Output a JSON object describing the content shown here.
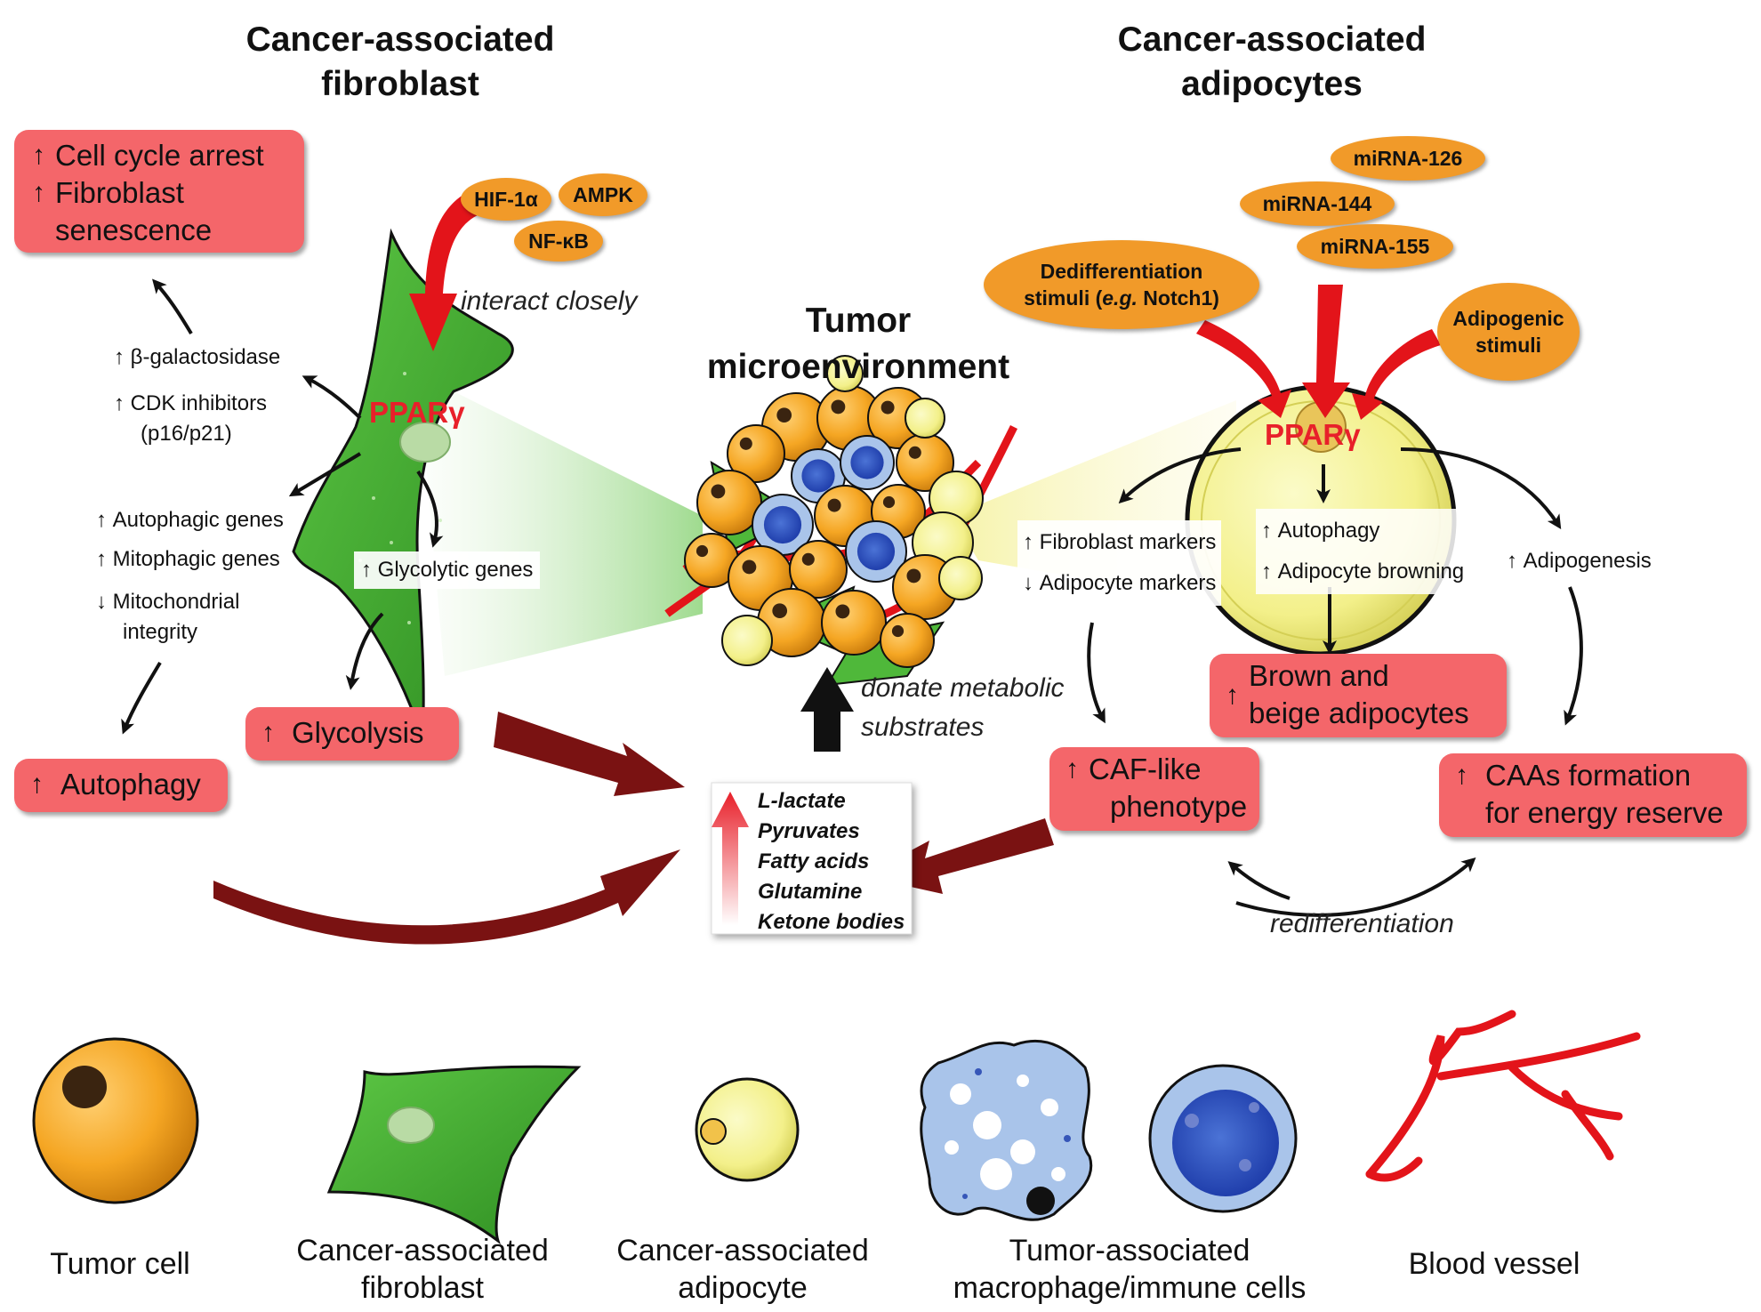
{
  "headers": {
    "caf": [
      "Cancer-associated",
      "fibroblast"
    ],
    "caa": [
      "Cancer-associated",
      "adipocytes"
    ],
    "tme": [
      "Tumor",
      "microenvironment"
    ]
  },
  "signals_left": {
    "hif": "HIF-1α",
    "ampk": "AMPK",
    "nfkb": "NF-κB"
  },
  "signals_right": {
    "mir126": "miRNA-126",
    "mir144": "miRNA-144",
    "mir155": "miRNA-155",
    "dediff_1": "Dedifferentiation",
    "dediff_2_pre": "stimuli (",
    "dediff_2_eg": "e.g.",
    "dediff_2_post": " Notch1)",
    "adipo": [
      "Adipogenic",
      "stimuli"
    ]
  },
  "ppar": "PPARγ",
  "caf_effects": {
    "senescence_box": [
      "Cell cycle arrest",
      "Fibroblast",
      "senescence"
    ],
    "galactosidase": "β-galactosidase",
    "cdk": [
      "CDK inhibitors",
      "(p16/p21)"
    ],
    "autophagic": "Autophagic genes",
    "mitophagic": "Mitophagic genes",
    "mito": [
      "Mitochondrial",
      "integrity"
    ],
    "glycolytic": "Glycolytic genes",
    "glycolysis_box": "Glycolysis",
    "autophagy_box": "Autophagy"
  },
  "interact": "interact closely",
  "donate": [
    "donate metabolic",
    "substrates"
  ],
  "metabolites": [
    "L-lactate",
    "Pyruvates",
    "Fatty acids",
    "Glutamine",
    "Ketone bodies"
  ],
  "caa_effects": {
    "fibro_markers": "Fibroblast markers",
    "adipo_markers": "Adipocyte markers",
    "autophagy": "Autophagy",
    "browning": "Adipocyte browning",
    "adipogenesis": "Adipogenesis",
    "brown_box": [
      "Brown and",
      "beige adipocytes"
    ],
    "caf_like_box": [
      "CAF-like",
      "phenotype"
    ],
    "caas_box": [
      "CAAs formation",
      "for energy reserve"
    ],
    "redifferentiation": "redifferentiation"
  },
  "legend": {
    "tumor": "Tumor cell",
    "fibroblast": [
      "Cancer-associated",
      "fibroblast"
    ],
    "adipocyte": [
      "Cancer-associated",
      "adipocyte"
    ],
    "macrophage": [
      "Tumor-associated",
      "macrophage/immune cells"
    ],
    "vessel": "Blood vessel"
  },
  "colors": {
    "red_box": "#f4666a",
    "orange_pill": "#f19a29",
    "fibroblast_green": "#4fb83a",
    "adipocyte_yellow": "#f3f08a",
    "tumor_orange": "#f5a623",
    "macrophage_blue": "#a9c4ea",
    "vessel_red": "#e3141a",
    "dark_arrow": "#7a1212",
    "ppar_red": "#e8202a"
  }
}
